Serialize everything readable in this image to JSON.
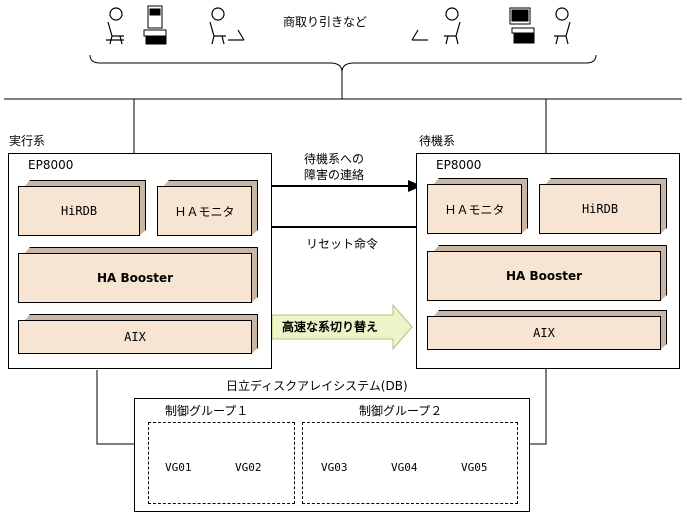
{
  "top_label": "商取り引きなど",
  "active_system": {
    "label": "実行系",
    "machine": "EP8000",
    "hirdb": "HiRDB",
    "ha_monitor": "ＨＡモニタ",
    "ha_booster": "HA Booster",
    "aix": "AIX"
  },
  "standby_system": {
    "label": "待機系",
    "machine": "EP8000",
    "hirdb": "HiRDB",
    "ha_monitor": "ＨＡモニタ",
    "ha_booster": "HA Booster",
    "aix": "AIX"
  },
  "arrows": {
    "notify_line1": "待機系への",
    "notify_line2": "障害の連絡",
    "reset": "リセット命令",
    "switch": "高速な系切り替え"
  },
  "storage": {
    "title": "日立ディスクアレイシステム(DB)",
    "group1": {
      "label": "制御グループ１",
      "disks": [
        "VG01",
        "VG02"
      ]
    },
    "group2": {
      "label": "制御グループ２",
      "disks": [
        "VG03",
        "VG04",
        "VG05"
      ]
    }
  },
  "colors": {
    "component_face": "#f7e4d2",
    "component_side": "#c9b6a4",
    "arrow_fill": "#eef3c8",
    "disk_face": "#d9d9d9"
  }
}
